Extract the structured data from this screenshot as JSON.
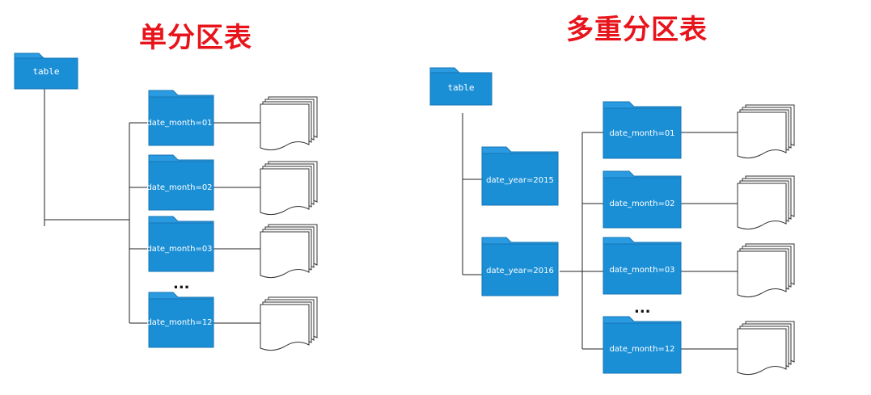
{
  "left": {
    "title": "单分区表",
    "root_label": "table",
    "partitions": [
      "date_month=01",
      "date_month=02",
      "date_month=03",
      "date_month=12"
    ],
    "ellipsis": "..."
  },
  "right": {
    "title": "多重分区表",
    "root_label": "table",
    "years": [
      "date_year=2015",
      "date_year=2016"
    ],
    "partitions": [
      "date_month=01",
      "date_month=02",
      "date_month=03",
      "date_month=12"
    ],
    "ellipsis": "..."
  },
  "colors": {
    "folder": "#1a8fd6",
    "folder_tab": "#2a9be0",
    "title": "#e8141b",
    "line": "#222222"
  }
}
